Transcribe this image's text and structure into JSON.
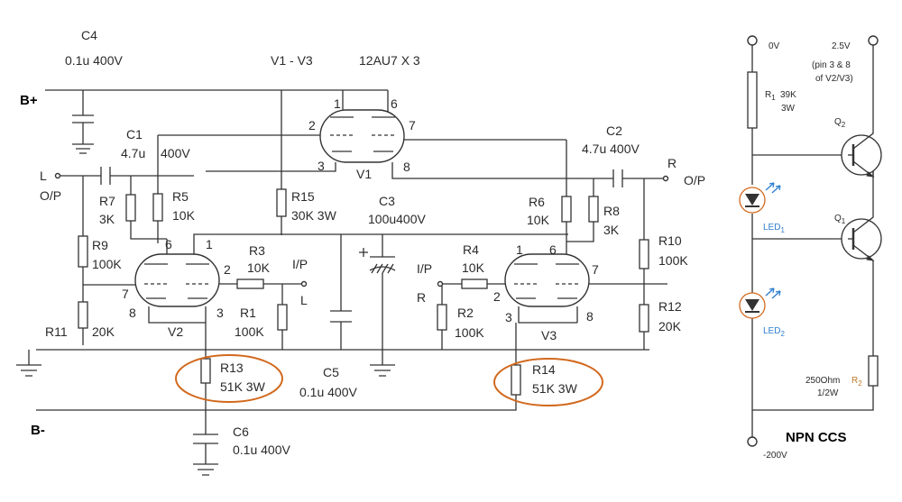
{
  "header": {
    "c4_name": "C4",
    "c4_value": "0.1u 400V",
    "tube_range": "V1 - V3",
    "tube_type": "12AU7  X 3"
  },
  "rails": {
    "b_plus": "B+",
    "b_minus": "B-"
  },
  "inputs": {
    "left_in": "L",
    "left_out_label": "O/P",
    "right_in": "R",
    "right_out_label": "O/P",
    "ip_left": "I/P",
    "ip_left_ch": "L",
    "ip_right": "I/P",
    "ip_right_ch": "R"
  },
  "tubes": {
    "v1": {
      "name": "V1",
      "pins": [
        "1",
        "6",
        "2",
        "7",
        "3",
        "8"
      ]
    },
    "v2": {
      "name": "V2",
      "pins": [
        "6",
        "1",
        "2",
        "7",
        "8",
        "3"
      ]
    },
    "v3": {
      "name": "V3",
      "pins": [
        "1",
        "6",
        "7",
        "2",
        "3",
        "8"
      ]
    }
  },
  "components": {
    "c1": {
      "name": "C1",
      "value1": "4.7u",
      "value2": "400V"
    },
    "c2": {
      "name": "C2",
      "value": "4.7u 400V"
    },
    "c3": {
      "name": "C3",
      "value": "100u400V"
    },
    "c5": {
      "name": "C5",
      "value": "0.1u 400V"
    },
    "c6": {
      "name": "C6",
      "value": "0.1u 400V"
    },
    "r7": {
      "name": "R7",
      "value": "3K"
    },
    "r5": {
      "name": "R5",
      "value": "10K"
    },
    "r15": {
      "name": "R15",
      "value": "30K 3W"
    },
    "r6": {
      "name": "R6",
      "value": "10K"
    },
    "r8": {
      "name": "R8",
      "value": "3K"
    },
    "r9": {
      "name": "R9",
      "value": "100K"
    },
    "r3": {
      "name": "R3",
      "value": "10K"
    },
    "r4": {
      "name": "R4",
      "value": "10K"
    },
    "r1": {
      "name": "R1",
      "value": "100K"
    },
    "r2": {
      "name": "R2",
      "value": "100K"
    },
    "r10": {
      "name": "R10",
      "value": "100K"
    },
    "r12": {
      "name": "R12",
      "value": "20K"
    },
    "r11": {
      "name": "R11",
      "value": "20K"
    },
    "r13": {
      "name": "R13",
      "value": "51K 3W"
    },
    "r14": {
      "name": "R14",
      "value": "51K 3W"
    }
  },
  "ccs": {
    "top_left_label": "0V",
    "top_right_label": "2.5V",
    "top_right_note1": "(pin 3 & 8",
    "top_right_note2": "of V2/V3)",
    "r1_name": "R",
    "r1_sub": "1",
    "r1_value1": "39K",
    "r1_value2": "3W",
    "q2": "Q",
    "q2_sub": "2",
    "q1": "Q",
    "q1_sub": "1",
    "led1": "LED",
    "led1_sub": "1",
    "led2": "LED",
    "led2_sub": "2",
    "r2_value1": "250Ohm",
    "r2_value2": "1/2W",
    "r2_name": "R",
    "r2_sub": "2",
    "title": "NPN CCS",
    "bottom_label": "-200V"
  },
  "colors": {
    "highlight": "#d2691e",
    "led": "#2e7fd1",
    "wire": "#333333"
  }
}
